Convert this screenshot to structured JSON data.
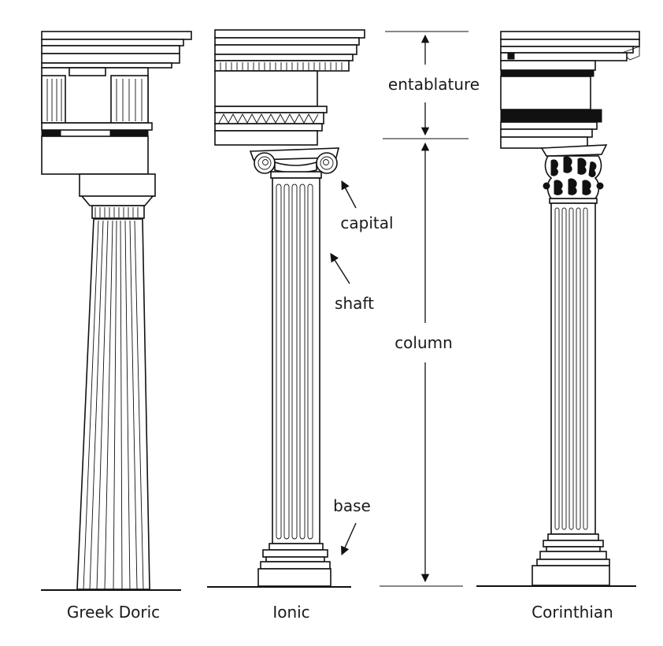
{
  "labels": {
    "entablature": "entablature",
    "capital": "capital",
    "shaft": "shaft",
    "column": "column",
    "base": "base"
  },
  "orders": {
    "doric": "Greek Doric",
    "ionic": "Ionic",
    "corinthian": "Corinthian"
  },
  "colors": {
    "ink": "#111111",
    "background": "#ffffff"
  }
}
